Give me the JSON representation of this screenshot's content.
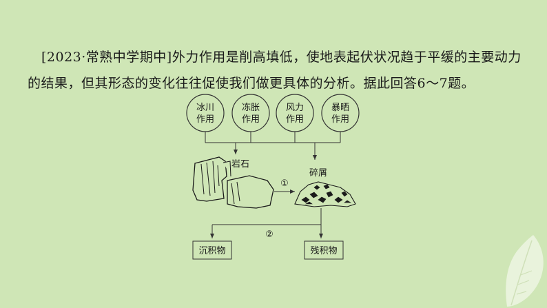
{
  "question": {
    "source": "[2023·常熟中学期中]",
    "line1_rest": "外力作用是削高填低，使地表起伏状况趋于平缓的主要动力",
    "line2": "的结果，但其形态的变化往往促使我们做更具体的分析。据此回答6～7题。"
  },
  "diagram": {
    "forces": [
      {
        "line1": "冰川",
        "line2": "作用"
      },
      {
        "line1": "冻胀",
        "line2": "作用"
      },
      {
        "line1": "风力",
        "line2": "作用"
      },
      {
        "line1": "暴晒",
        "line2": "作用"
      }
    ],
    "rock_label": "岩石",
    "debris_label": "碎屑",
    "process1": "①",
    "process2": "②",
    "deposit_label": "沉积物",
    "residue_label": "残积物"
  },
  "colors": {
    "background": "#cfe6b6",
    "leaf": "#e9f3dc",
    "line": "#333333"
  }
}
